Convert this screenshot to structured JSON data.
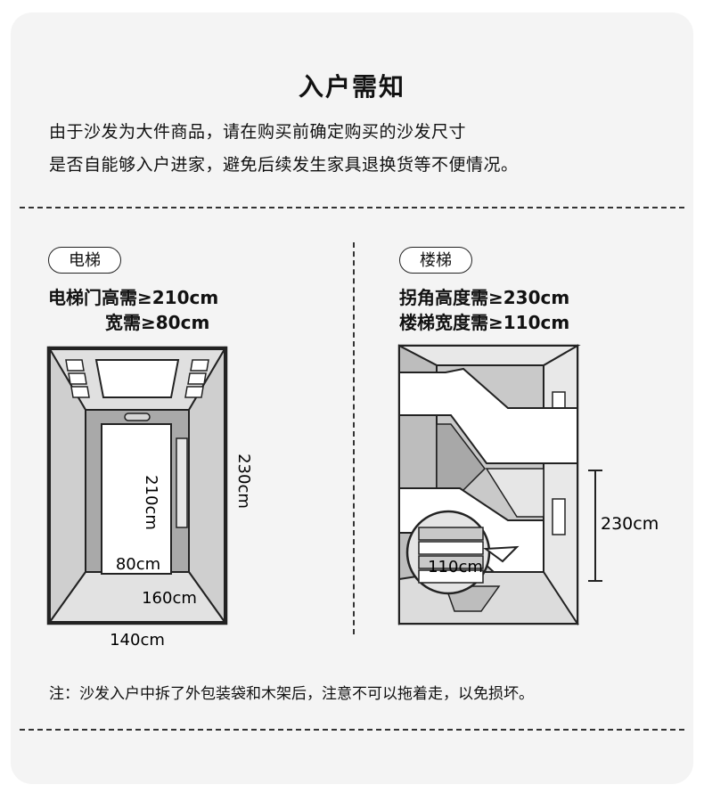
{
  "header": {
    "title": "入户需知",
    "intro_line1": "由于沙发为大件商品，请在购买前确定购买的沙发尺寸",
    "intro_line2": "是否自能够入户进家，避免后续发生家具退换货等不便情况。"
  },
  "elevator": {
    "tag": "电梯",
    "req_line1": "电梯门高需≥210cm",
    "req_line2": "宽需≥80cm",
    "door_height": "210cm",
    "door_width": "80cm",
    "depth": "160cm",
    "width": "140cm",
    "height": "230cm"
  },
  "stairs": {
    "tag": "楼梯",
    "req_line1": "拐角高度需≥230cm",
    "req_line2": "楼梯宽度需≥110cm",
    "height": "230cm",
    "width": "110cm"
  },
  "footer": {
    "note": "注：沙发入户中拆了外包装袋和木架后，注意不可以拖着走，以免损坏。"
  },
  "colors": {
    "background": "#f4f4f4",
    "diagram_light": "#e6e6e6",
    "diagram_mid": "#c9c9c9",
    "diagram_dark": "#a8a8a8"
  }
}
